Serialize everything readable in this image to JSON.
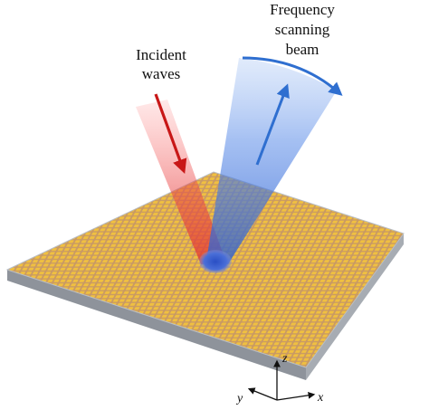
{
  "labels": {
    "incident_line1": "Incident",
    "incident_line2": "waves",
    "freq_line1": "Frequency",
    "freq_line2": "scanning",
    "freq_line3": "beam"
  },
  "axes": {
    "z": "z",
    "x": "x",
    "y": "y"
  },
  "colors": {
    "background": "#ffffff",
    "plate_top": "#c48a56",
    "plate_side": "#8a8f98",
    "unit_cell": "#e8b43a",
    "incident_beam": "#e23a3a",
    "incident_arrow": "#c81717",
    "scan_beam": "#3d6fd8",
    "scan_arrow": "#2f6fd0",
    "spot": "#3a5fc8"
  }
}
